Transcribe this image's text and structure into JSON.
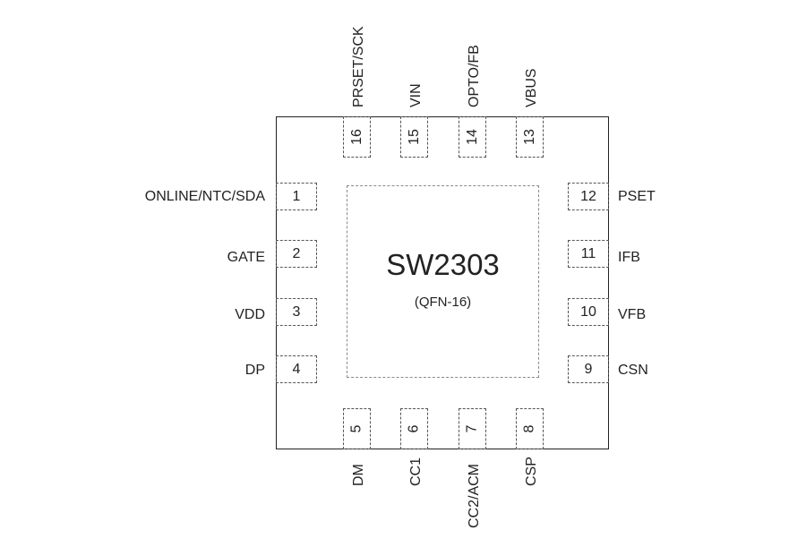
{
  "chip": {
    "part": "SW2303",
    "package": "(QFN-16)"
  },
  "pins": {
    "p1": {
      "num": "1",
      "name": "ONLINE/NTC/SDA"
    },
    "p2": {
      "num": "2",
      "name": "GATE"
    },
    "p3": {
      "num": "3",
      "name": "VDD"
    },
    "p4": {
      "num": "4",
      "name": "DP"
    },
    "p5": {
      "num": "5",
      "name": "DM"
    },
    "p6": {
      "num": "6",
      "name": "CC1"
    },
    "p7": {
      "num": "7",
      "name": "CC2/ACM"
    },
    "p8": {
      "num": "8",
      "name": "CSP"
    },
    "p9": {
      "num": "9",
      "name": "CSN"
    },
    "p10": {
      "num": "10",
      "name": "VFB"
    },
    "p11": {
      "num": "11",
      "name": "IFB"
    },
    "p12": {
      "num": "12",
      "name": "PSET"
    },
    "p13": {
      "num": "13",
      "name": "VBUS"
    },
    "p14": {
      "num": "14",
      "name": "OPTO/FB"
    },
    "p15": {
      "num": "15",
      "name": "VIN"
    },
    "p16": {
      "num": "16",
      "name": "PRSET/SCK"
    }
  }
}
